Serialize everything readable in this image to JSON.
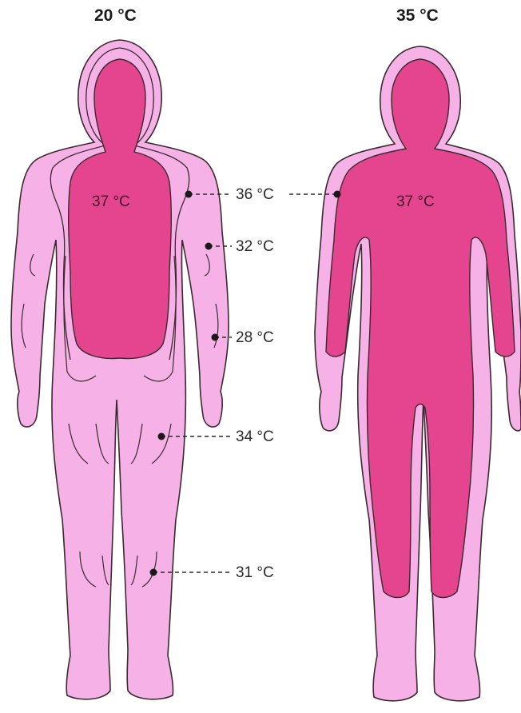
{
  "panels": {
    "cold": {
      "title": "20 °C",
      "core_label": "37 °C"
    },
    "warm": {
      "title": "35 °C",
      "core_label": "37 °C"
    }
  },
  "callouts": [
    {
      "label": "36 °C"
    },
    {
      "label": "32 °C"
    },
    {
      "label": "28 °C"
    },
    {
      "label": "34 °C"
    },
    {
      "label": "31 °C"
    }
  ],
  "colors": {
    "core": "#e5448f",
    "shell": "#f6b2e7",
    "outline": "#3a2a30",
    "marker": "#1a1a1a"
  }
}
